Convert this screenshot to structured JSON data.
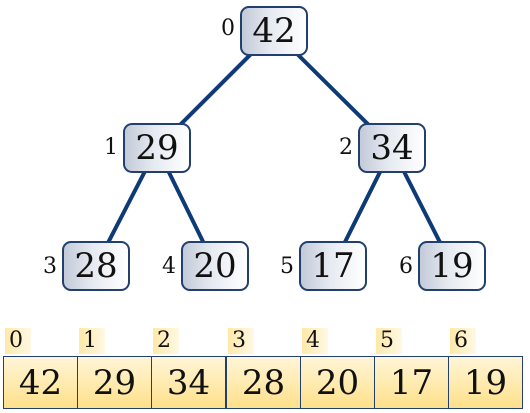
{
  "heap": {
    "nodes": [
      {
        "index": "0",
        "value": "42"
      },
      {
        "index": "1",
        "value": "29"
      },
      {
        "index": "2",
        "value": "34"
      },
      {
        "index": "3",
        "value": "28"
      },
      {
        "index": "4",
        "value": "20"
      },
      {
        "index": "5",
        "value": "17"
      },
      {
        "index": "6",
        "value": "19"
      }
    ],
    "edges": [
      [
        0,
        1
      ],
      [
        0,
        2
      ],
      [
        1,
        3
      ],
      [
        1,
        4
      ],
      [
        2,
        5
      ],
      [
        2,
        6
      ]
    ],
    "array": {
      "indices": [
        "0",
        "1",
        "2",
        "3",
        "4",
        "5",
        "6"
      ],
      "values": [
        "42",
        "29",
        "34",
        "28",
        "20",
        "17",
        "19"
      ]
    }
  },
  "colors": {
    "edge": "#0f3a78",
    "node_border": "#233f6e",
    "array_fill": "#ffe08a"
  }
}
